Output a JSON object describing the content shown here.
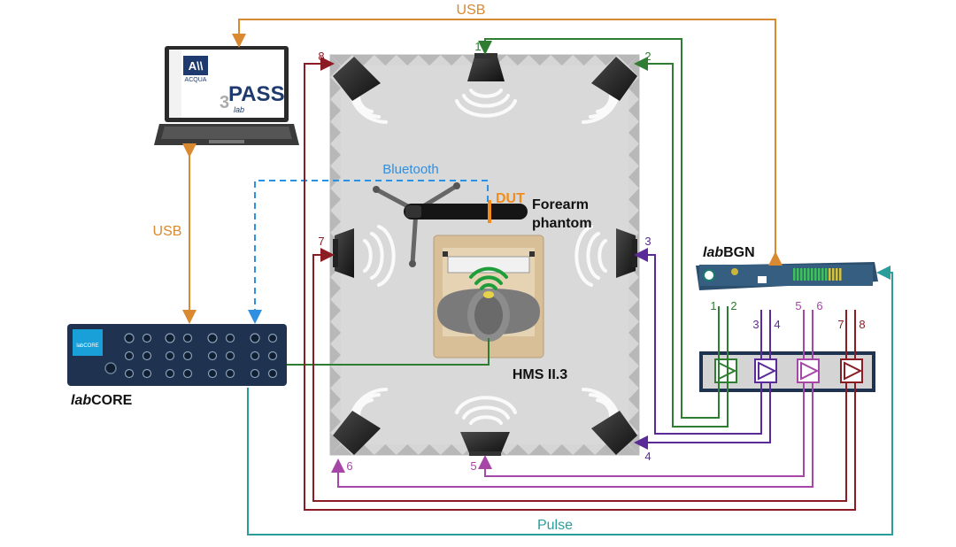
{
  "labels": {
    "usb_top": "USB",
    "usb_side": "USB",
    "bluetooth": "Bluetooth",
    "dut": "DUT",
    "forearm_1": "Forearm",
    "forearm_2": "phantom",
    "hms": "HMS II.3",
    "labbgn_italic": "lab",
    "labbgn_rest": "BGN",
    "labcore_italic": "lab",
    "labcore_rest": "CORE",
    "pulse": "Pulse",
    "laptop_logo": "ACQUA",
    "laptop_pass": "PASS",
    "laptop_3": "3",
    "laptop_lab": "lab",
    "labcore_screen": "labCORE"
  },
  "speaker_numbers": [
    "1",
    "2",
    "3",
    "4",
    "5",
    "6",
    "7",
    "8"
  ],
  "amp_channels": [
    "1",
    "2",
    "3",
    "4",
    "5",
    "6",
    "7",
    "8"
  ],
  "colors": {
    "usb": "#d9892f",
    "bluetooth": "#2f8fe0",
    "ch12": "#2e7d32",
    "ch34": "#5b2a99",
    "ch56": "#a646a6",
    "ch78": "#8b1c24",
    "pulse": "#2a9d9a",
    "room": "#d6d6d6",
    "device": "#1f3350",
    "dut": "#f28c1c"
  }
}
